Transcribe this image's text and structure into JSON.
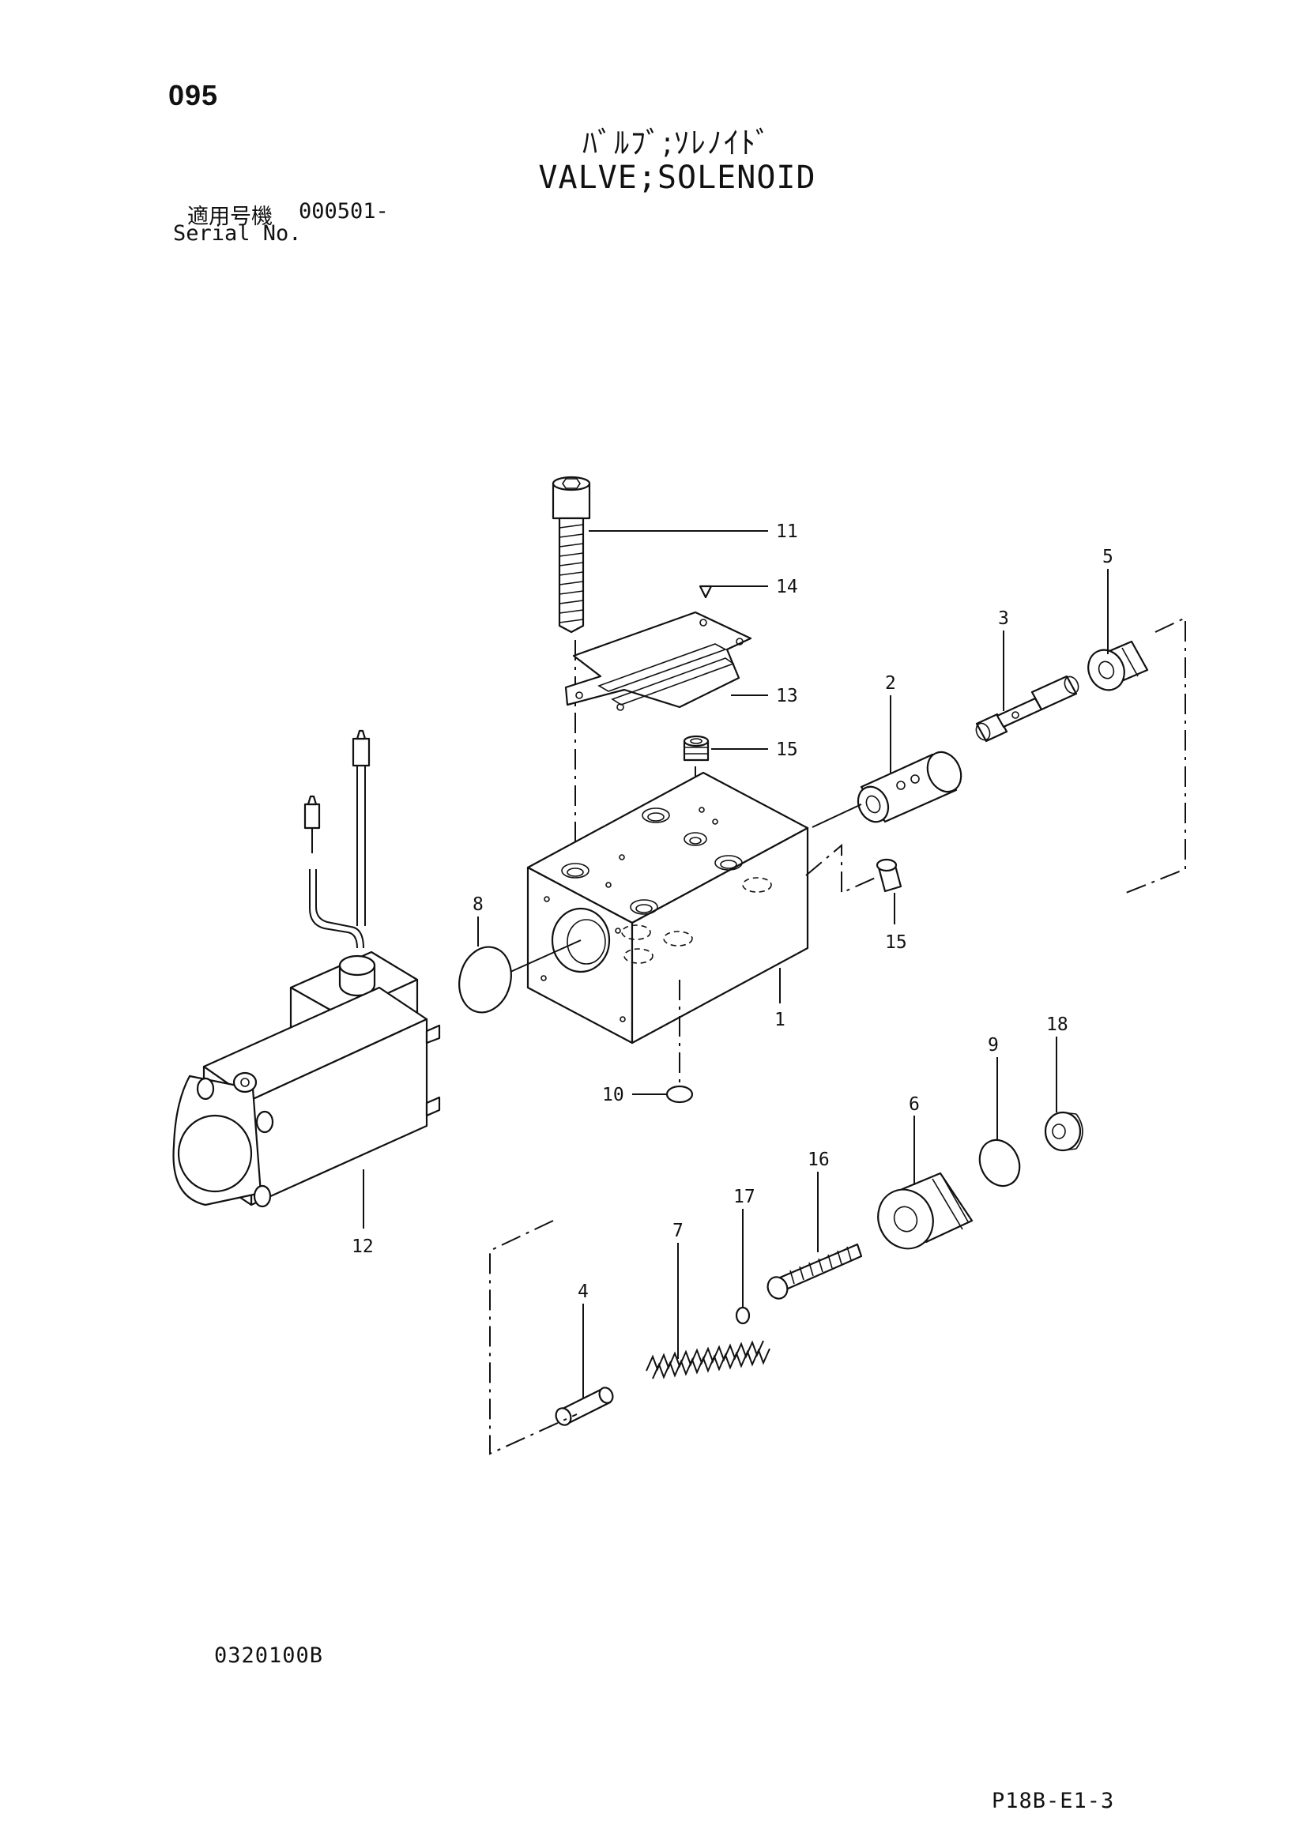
{
  "header": {
    "page_number": "095",
    "title_ja": "ﾊﾞﾙﾌﾞ;ｿﾚﾉｲﾄﾞ",
    "title_en": "VALVE;SOLENOID",
    "serial_label_ja": "適用号機",
    "serial_value": "000501-",
    "serial_label_en": "Serial No."
  },
  "callouts": [
    "1",
    "2",
    "3",
    "4",
    "5",
    "6",
    "7",
    "8",
    "9",
    "10",
    "11",
    "12",
    "13",
    "14",
    "15",
    "15",
    "16",
    "17",
    "18"
  ],
  "footer": {
    "drawing_code": "0320100B",
    "page_code": "P18B-E1-3"
  }
}
